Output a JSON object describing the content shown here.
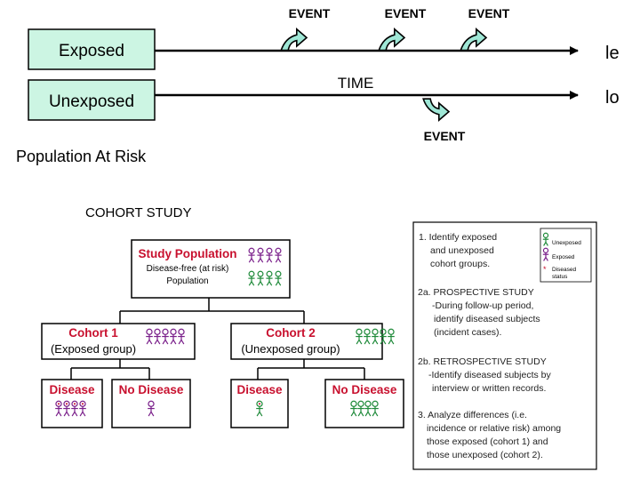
{
  "timeline": {
    "event_label": "EVENT",
    "exposed_label": "Exposed",
    "unexposed_label": "Unexposed",
    "time_label": "TIME",
    "exposed_outcome": "le",
    "unexposed_outcome": "lo",
    "population_label": "Population At Risk"
  },
  "cohort": {
    "heading": "COHORT STUDY",
    "study_population": {
      "title": "Study Population",
      "line1": "Disease-free (at risk)",
      "line2": "Population"
    },
    "cohort1": {
      "title": "Cohort 1",
      "subtitle": "(Exposed group)"
    },
    "cohort2": {
      "title": "Cohort 2",
      "subtitle": "(Unexposed group)"
    },
    "disease_label": "Disease",
    "no_disease_label": "No Disease"
  },
  "legend": {
    "unexposed": "Unexposed",
    "exposed": "Exposed",
    "diseased_line1": "Diseased",
    "diseased_line2": "status"
  },
  "steps": {
    "s1_l1": "1. Identify exposed",
    "s1_l2": "and unexposed",
    "s1_l3": "cohort groups.",
    "s2a_l1": "2a. PROSPECTIVE STUDY",
    "s2a_l2": "-During follow-up period,",
    "s2a_l3": "identify diseased subjects",
    "s2a_l4": "(incident cases).",
    "s2b_l1": "2b. RETROSPECTIVE STUDY",
    "s2b_l2": "-Identify diseased subjects by",
    "s2b_l3": "interview or written records.",
    "s3_l1": "3. Analyze differences (i.e.",
    "s3_l2": "incidence or relative risk) among",
    "s3_l3": "those exposed (cohort 1) and",
    "s3_l4": "those unexposed (cohort 2)."
  },
  "colors": {
    "box_fill": "#ccf5e3",
    "exposed": "#7a1f8a",
    "unexposed": "#1f8a3a",
    "accent_red": "#c8102e"
  }
}
